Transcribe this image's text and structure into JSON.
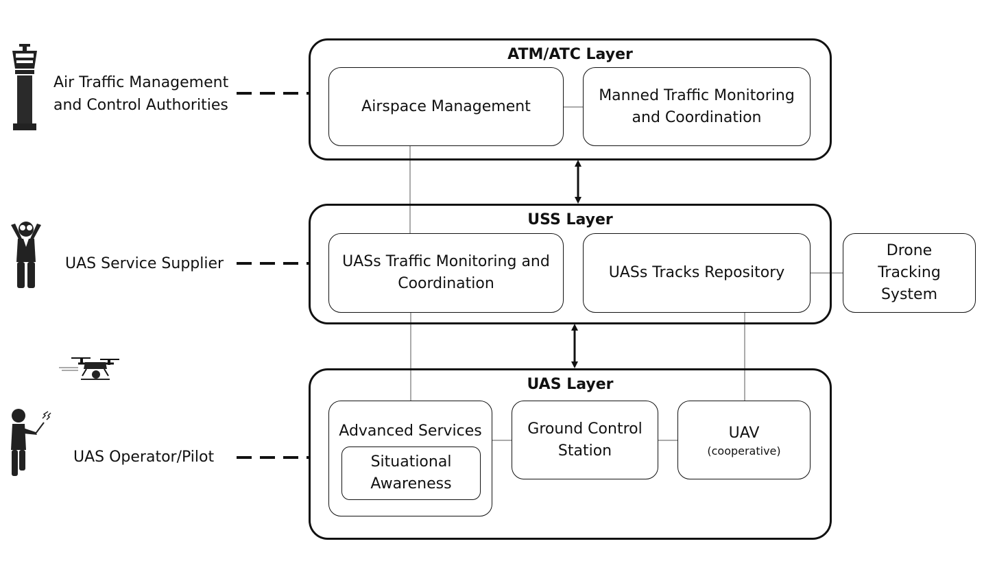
{
  "actors": {
    "atc_label_line1": "Air Traffic Management",
    "atc_label_line2": "and Control Authorities",
    "uss_label": "UAS Service Supplier",
    "operator_label": "UAS Operator/Pilot"
  },
  "layers": {
    "atm": {
      "title": "ATM/ATC Layer",
      "airspace": "Airspace Management",
      "manned_line1": "Manned Traffic Monitoring",
      "manned_line2": "and Coordination"
    },
    "uss": {
      "title": "USS Layer",
      "traffic_line1": "UASs Traffic Monitoring and",
      "traffic_line2": "Coordination",
      "tracks": "UASs Tracks Repository"
    },
    "uas": {
      "title": "UAS Layer",
      "advanced": "Advanced Services",
      "situational_line1": "Situational",
      "situational_line2": "Awareness",
      "gcs_line1": "Ground Control",
      "gcs_line2": "Station",
      "uav": "UAV",
      "uav_note": "(cooperative)"
    }
  },
  "external": {
    "tracking_line1": "Drone",
    "tracking_line2": "Tracking",
    "tracking_line3": "System"
  },
  "icons": [
    "control-tower-icon",
    "supplier-person-icon",
    "drone-icon",
    "pilot-icon"
  ]
}
